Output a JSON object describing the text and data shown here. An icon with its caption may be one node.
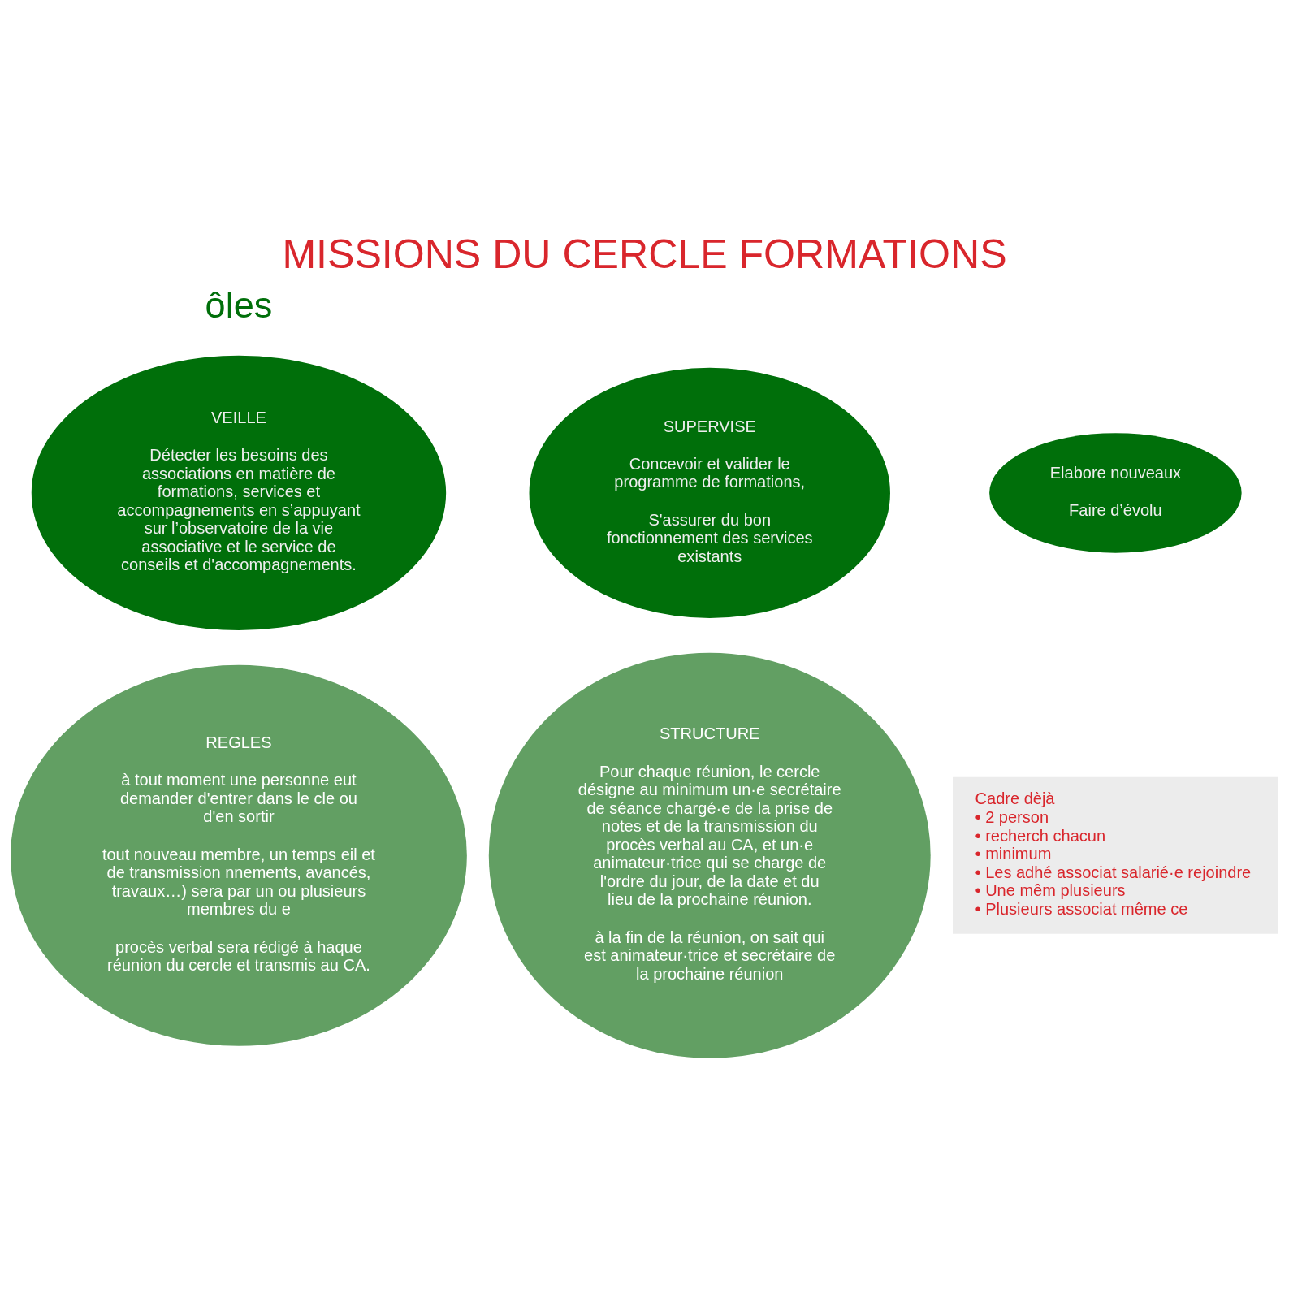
{
  "diagram": {
    "title": "MISSIONS DU CERCLE FORMATIONS",
    "nodes": [
      {
        "text": [
          "VEILLE",
          "Détecter les besoins des associations en matière de formations, services et accompagnements en s’appuyant sur l’observatoire de la vie associative et le service de conseils et d'accompagnements."
        ]
      },
      {
        "text": [
          "SUPERVISE",
          "Concevoir et valider le programme de formations,",
          "S'assurer du bon fonctionnement des services existants"
        ]
      },
      {
        "text": [
          "Elabore nouveaux",
          "Faire d’évolu"
        ]
      },
      {
        "text": [
          "REGLES",
          "à tout moment une personne eut demander d'entrer dans le cle ou d'en sortir",
          "tout nouveau membre, un temps eil et de transmission nnements, avancés, travaux…) sera par un ou plusieurs membres du e",
          "procès verbal sera rédigé à haque réunion du cercle et transmis au CA."
        ]
      },
      {
        "text": [
          "STRUCTURE",
          "Pour chaque réunion, le cercle désigne au minimum un·e secrétaire de séance chargé·e de la prise de notes et de la transmission du procès verbal au CA, et un·e animateur·trice qui se charge de l'ordre du jour, de la date et du lieu de la prochaine réunion.",
          "à la fin de la réunion, on sait qui est animateur·trice et secrétaire de la prochaine réunion"
        ]
      },
      {
        "text": [
          "Cadre dèjà",
          "• 2 person",
          "• recherch chacun",
          "• minimum",
          "• Les adhé associat salarié·e rejoindre",
          "• Une mêm plusieurs",
          "• Plusieurs associat même ce"
        ]
      }
    ],
    "labels": [
      "ôles"
    ]
  }
}
